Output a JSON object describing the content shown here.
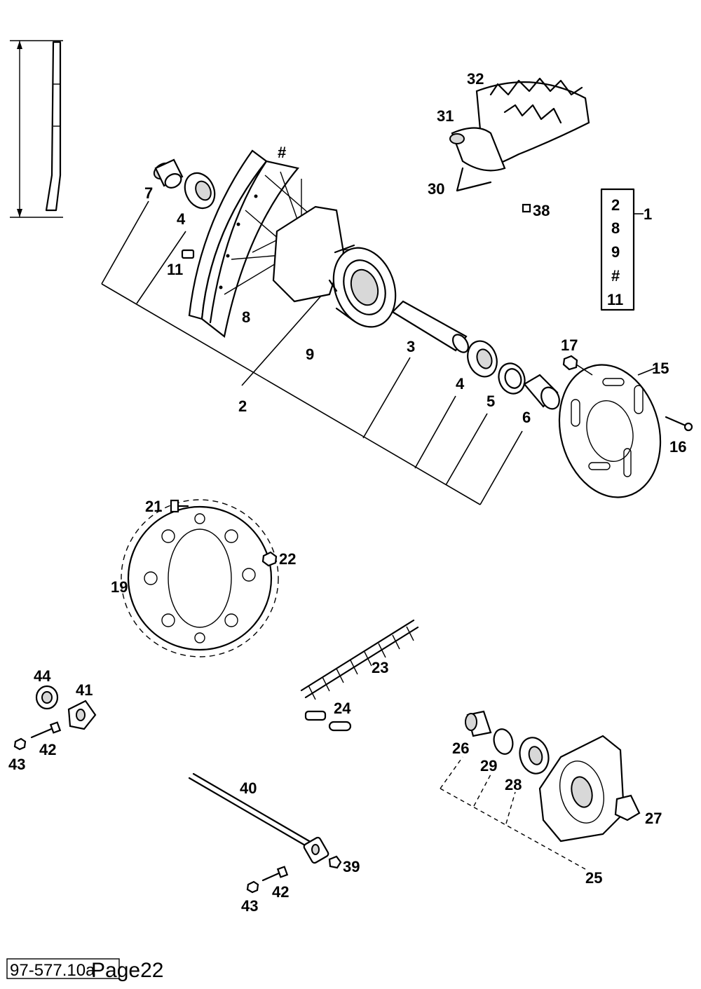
{
  "diagram": {
    "callouts": {
      "c1": "1",
      "c2a": "2",
      "c2b": "2",
      "c3": "3",
      "c4a": "4",
      "c4b": "4",
      "c5": "5",
      "c6": "6",
      "c7": "7",
      "c8": "8",
      "c9": "9",
      "c11": "11",
      "c15": "15",
      "c16": "16",
      "c17": "17",
      "c19": "19",
      "c21": "21",
      "c22": "22",
      "c23": "23",
      "c24": "24",
      "c25": "25",
      "c26": "26",
      "c27": "27",
      "c28": "28",
      "c29": "29",
      "c30": "30",
      "c31": "31",
      "c32": "32",
      "c38": "38",
      "c39": "39",
      "c40": "40",
      "c41": "41",
      "c42a": "42",
      "c42b": "42",
      "c43a": "43",
      "c43b": "43",
      "c44": "44",
      "hash_rim": "#"
    },
    "kit_box": {
      "items": [
        "2",
        "8",
        "9",
        "#",
        "11"
      ],
      "label": "1"
    },
    "footer": {
      "drawing_number": "97-577.10a",
      "page_label": "Page22"
    }
  }
}
